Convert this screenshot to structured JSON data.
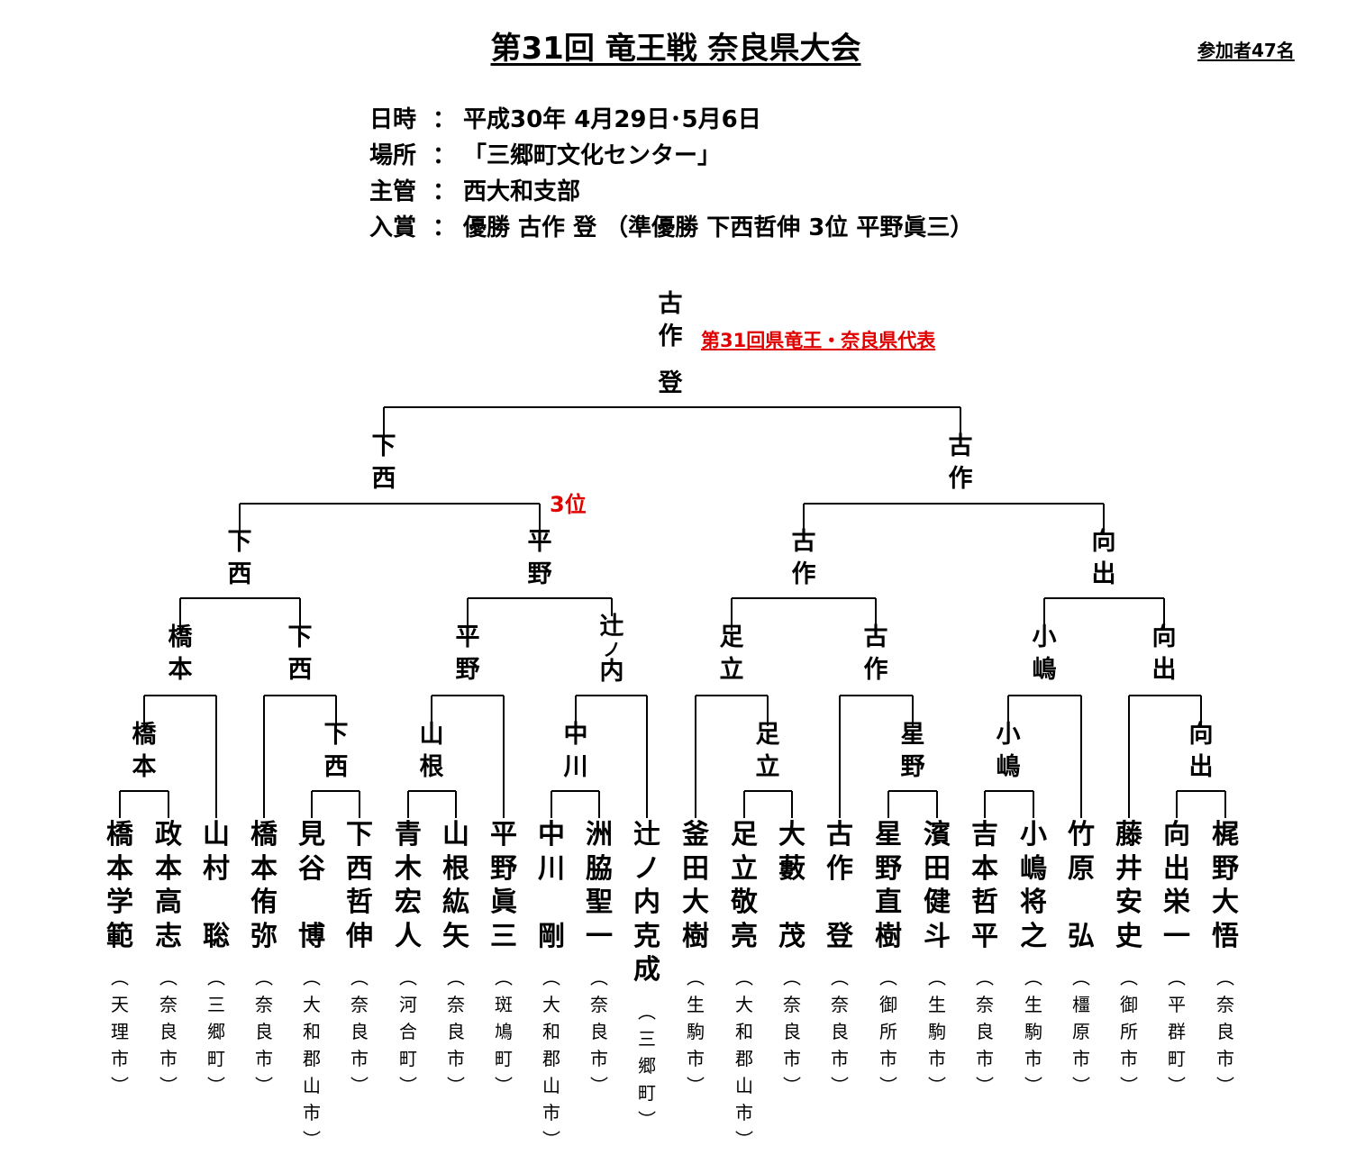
{
  "header": {
    "title": "第31回 竜王戦  奈良県大会",
    "participants": "参加者47名"
  },
  "info": [
    {
      "key": "日時",
      "colon": "：",
      "value": "平成30年 4月29日･5月6日"
    },
    {
      "key": "場所",
      "colon": "：",
      "value": "「三郷町文化センター」"
    },
    {
      "key": "主管",
      "colon": "：",
      "value": "西大和支部"
    },
    {
      "key": "入賞",
      "colon": "：",
      "value": "優勝 古作 登 （準優勝 下西哲伸  3位 平野眞三）"
    }
  ],
  "champion": {
    "name": "古作登",
    "note": "第31回県竜王・奈良県代表"
  },
  "third_place_label": "3位",
  "winners": {
    "final_left": "下西",
    "final_right": "古作",
    "semi": [
      "下西",
      "平野",
      "古作",
      "向出"
    ],
    "quarter": [
      "橋本",
      "下西",
      "平野",
      "辻ノ内",
      "足立",
      "古作",
      "小嶋",
      "向出"
    ],
    "r2": [
      "橋本",
      "下西",
      "山根",
      "中川",
      "足立",
      "星野",
      "小嶋",
      "向出"
    ]
  },
  "players": [
    {
      "name": "橋本学範",
      "city": "（天理市）"
    },
    {
      "name": "政本高志",
      "city": "（奈良市）"
    },
    {
      "name": "山村　聡",
      "city": "（三郷町）"
    },
    {
      "name": "橋本侑弥",
      "city": "（奈良市）"
    },
    {
      "name": "見谷　博",
      "city": "（大和郡山市）"
    },
    {
      "name": "下西哲伸",
      "city": "（奈良市）"
    },
    {
      "name": "青木宏人",
      "city": "（河合町）"
    },
    {
      "name": "山根紘矢",
      "city": "（奈良市）"
    },
    {
      "name": "平野眞三",
      "city": "（斑鳩町）"
    },
    {
      "name": "中川　剛",
      "city": "（大和郡山市）"
    },
    {
      "name": "洲脇聖一",
      "city": "（奈良市）"
    },
    {
      "name": "辻ノ内克成",
      "city": "（三郷町）"
    },
    {
      "name": "釜田大樹",
      "city": "（生駒市）"
    },
    {
      "name": "足立敬亮",
      "city": "（大和郡山市）"
    },
    {
      "name": "大藪　茂",
      "city": "（奈良市）"
    },
    {
      "name": "古作　登",
      "city": "（奈良市）"
    },
    {
      "name": "星野直樹",
      "city": "（御所市）"
    },
    {
      "name": "濱田健斗",
      "city": "（生駒市）"
    },
    {
      "name": "吉本哲平",
      "city": "（奈良市）"
    },
    {
      "name": "小嶋将之",
      "city": "（生駒市）"
    },
    {
      "name": "竹原　弘",
      "city": "（橿原市）"
    },
    {
      "name": "藤井安史",
      "city": "（御所市）"
    },
    {
      "name": "向出栄一",
      "city": "（平群町）"
    },
    {
      "name": "梶野大悟",
      "city": "（奈良市）"
    }
  ]
}
